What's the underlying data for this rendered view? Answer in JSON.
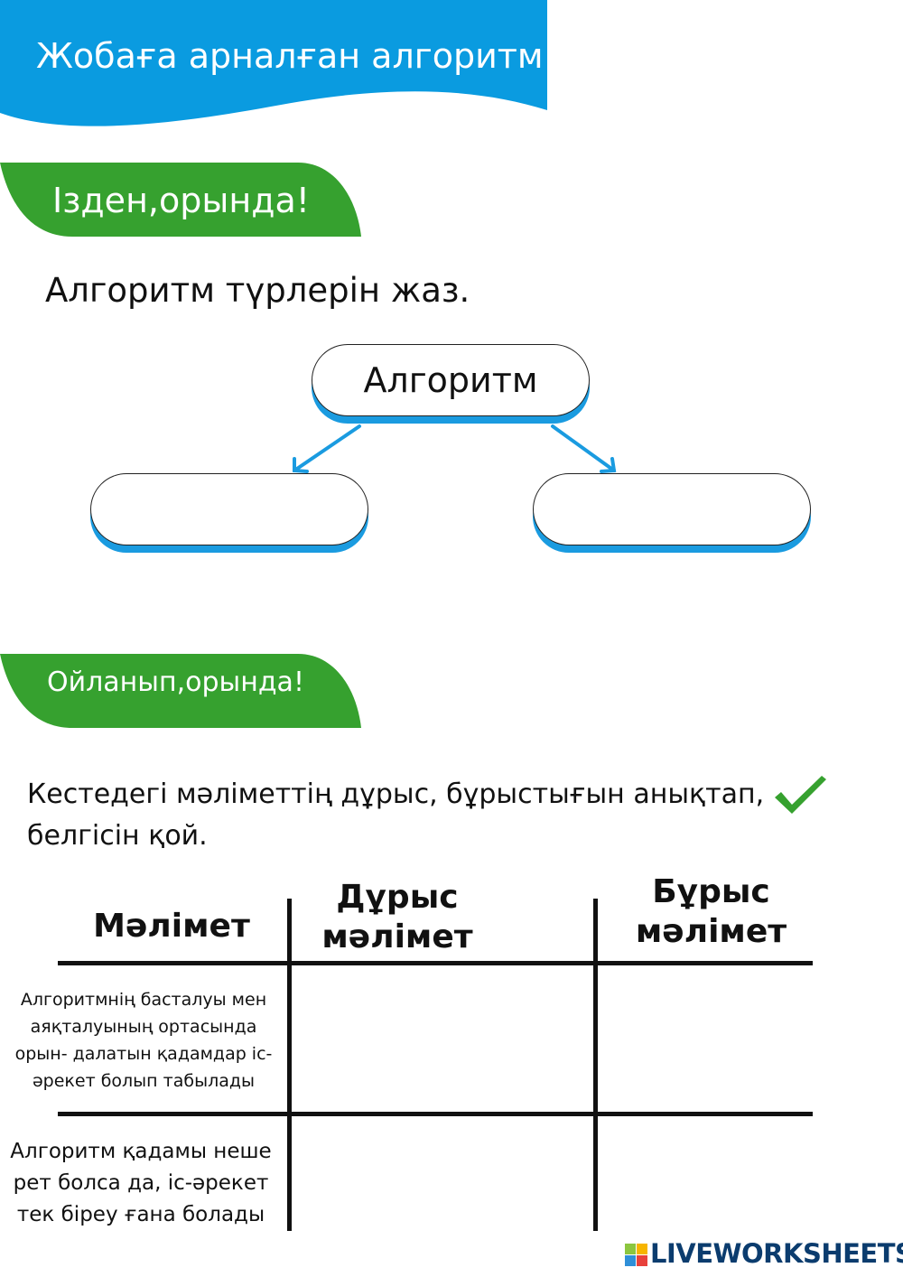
{
  "header": {
    "title": "Жобаға арналған алгоритм"
  },
  "section1": {
    "label": "Ізден,орында!",
    "instruction": "Алгоритм түрлерін жаз.",
    "diagram": {
      "root": "Алгоритм",
      "children": [
        "",
        ""
      ]
    }
  },
  "section2": {
    "label": "Ойланып,орында!",
    "instruction_line1": "Кестедегі мәліметтің дұрыс, бұрыстығын анықтап,",
    "instruction_line2": "белгісін қой.",
    "table": {
      "headers": [
        "Мәлімет",
        "Дұрыс мәлімет",
        "Бұрыс мәлімет"
      ],
      "rows": [
        {
          "text": "Алгоритмнің басталуы мен аяқталуының ортасында орын- далатын қадамдар іс-әрекет болып табылады",
          "correct": "",
          "wrong": ""
        },
        {
          "text": "Алгоритм қадамы неше рет болса да, іс-әрекет тек біреу ғана болады",
          "correct": "",
          "wrong": ""
        }
      ]
    }
  },
  "footer": {
    "logo": "LIVEWORKSHEETS"
  },
  "colors": {
    "blue": "#0a9be0",
    "green": "#36a12f",
    "logo": "#0b3c6e"
  }
}
